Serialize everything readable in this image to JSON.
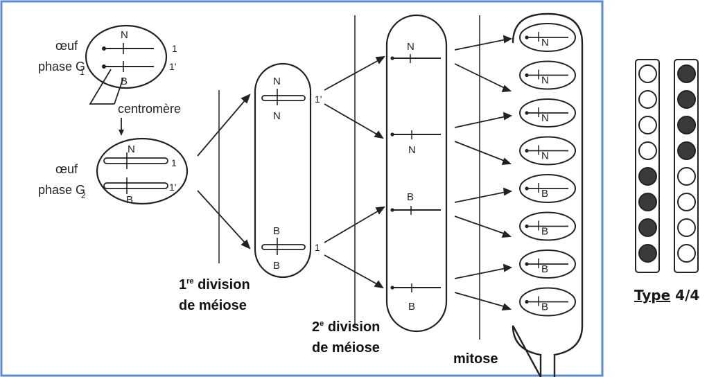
{
  "egg_g1": {
    "label_line1": "œuf",
    "label_line2": "phase G",
    "sub": "1",
    "upper_locus": "N",
    "lower_locus": "B",
    "chrom_top": "1",
    "chrom_bottom": "1'"
  },
  "centromere_label": "centromère",
  "egg_g2": {
    "label_line1": "œuf",
    "label_line2": "phase G",
    "sub": "2",
    "upper_locus": "N",
    "lower_locus": "B",
    "chrom_top": "1",
    "chrom_bottom": "1'"
  },
  "meiosis1": {
    "line1": "1",
    "sup": "re",
    "line2": "division",
    "line3": "de méiose",
    "top_a": "N",
    "top_b": "N",
    "top_chrom": "1'",
    "bottom_a": "B",
    "bottom_b": "B",
    "bottom_chrom": "1"
  },
  "meiosis2": {
    "line1": "2",
    "sup": "e",
    "line2": "division",
    "line3": "de méiose",
    "spores": [
      "N",
      "N",
      "B",
      "B"
    ]
  },
  "mitosis_label": "mitose",
  "ascus_spores": [
    "N",
    "N",
    "N",
    "N",
    "B",
    "B",
    "B",
    "B"
  ],
  "ascus_type": {
    "left_column": [
      "white",
      "white",
      "white",
      "white",
      "dark",
      "dark",
      "dark",
      "dark"
    ],
    "right_column": [
      "dark",
      "dark",
      "dark",
      "dark",
      "white",
      "white",
      "white",
      "white"
    ],
    "dark_color": "#3a3a3a",
    "label_word": "Type",
    "label_value": "4/4"
  },
  "frame_color": "#5b8bd0"
}
